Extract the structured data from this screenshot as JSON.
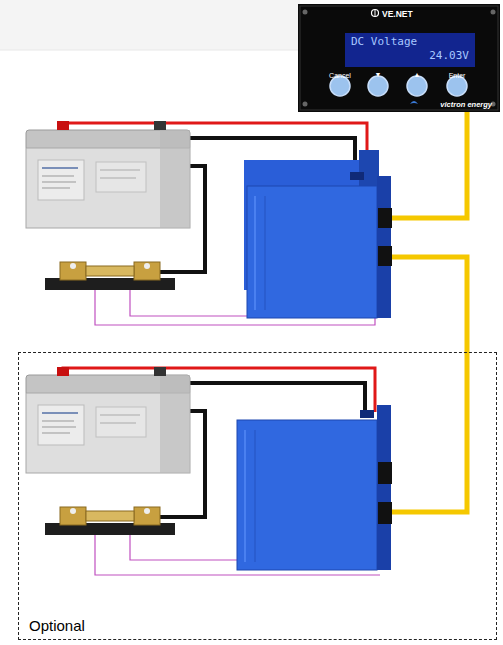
{
  "diagram": {
    "nodes": [
      {
        "text": [
          "VE.NET",
          "victron energy"
        ]
      },
      {
        "text": [
          "DC Voltage",
          "24.03V"
        ],
        "in": 0
      },
      {
        "text": [
          "Optional"
        ]
      }
    ],
    "labels": [
      "Cancel",
      "▼",
      "▲",
      "Enter"
    ]
  }
}
